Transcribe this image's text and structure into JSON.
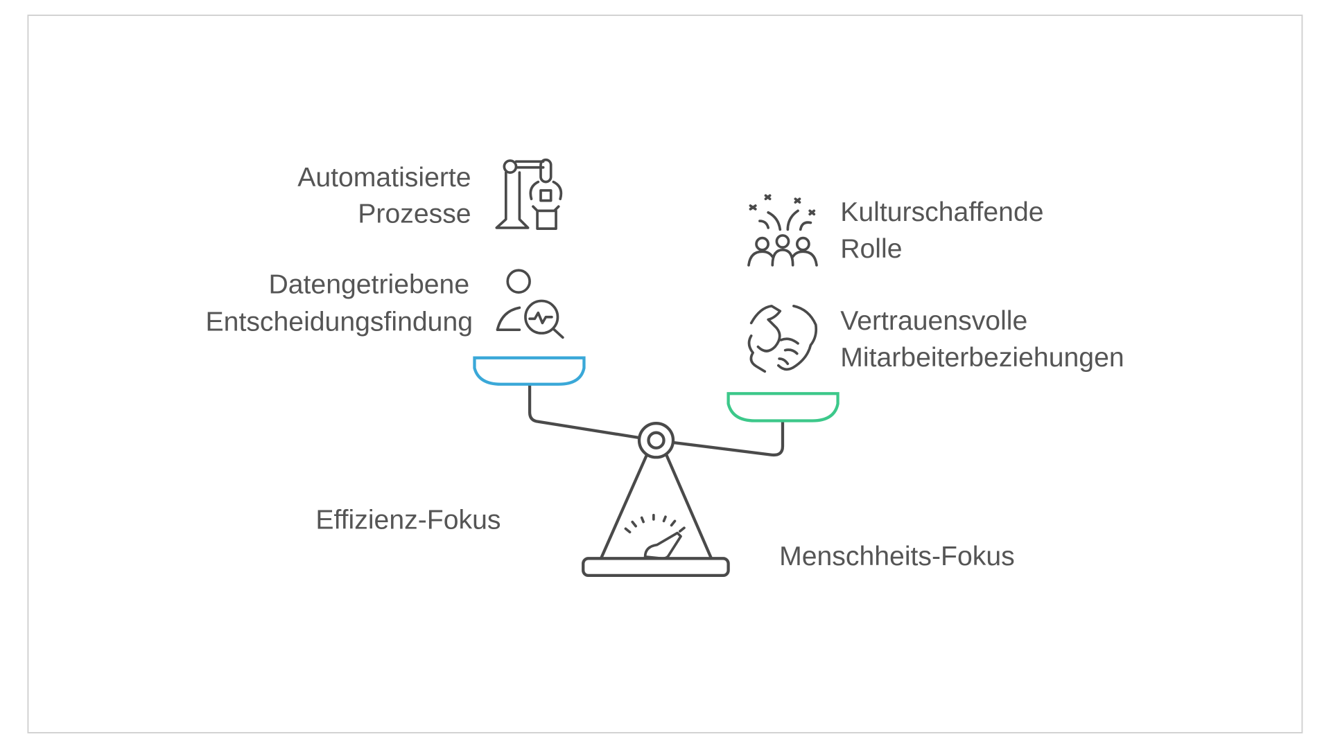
{
  "diagram": {
    "left_group": {
      "title": "Effizienz-Fokus",
      "items": [
        {
          "line1": "Automatisierte",
          "line2": "Prozesse",
          "icon": "robot-arm-icon"
        },
        {
          "line1": "Datengetriebene",
          "line2": "Entscheidungsfindung",
          "icon": "person-analytics-icon"
        }
      ]
    },
    "right_group": {
      "title": "Menschheits-Fokus",
      "items": [
        {
          "line1": "Kulturschaffende",
          "line2": "Rolle",
          "icon": "celebrating-people-icon"
        },
        {
          "line1": "Vertrauensvolle",
          "line2": "Mitarbeiterbeziehungen",
          "icon": "handshake-icon"
        }
      ]
    },
    "colors": {
      "left_pan": "#3aa8d8",
      "right_pan": "#3cc88a",
      "stroke": "#4a4a4a",
      "text": "#555555"
    }
  }
}
